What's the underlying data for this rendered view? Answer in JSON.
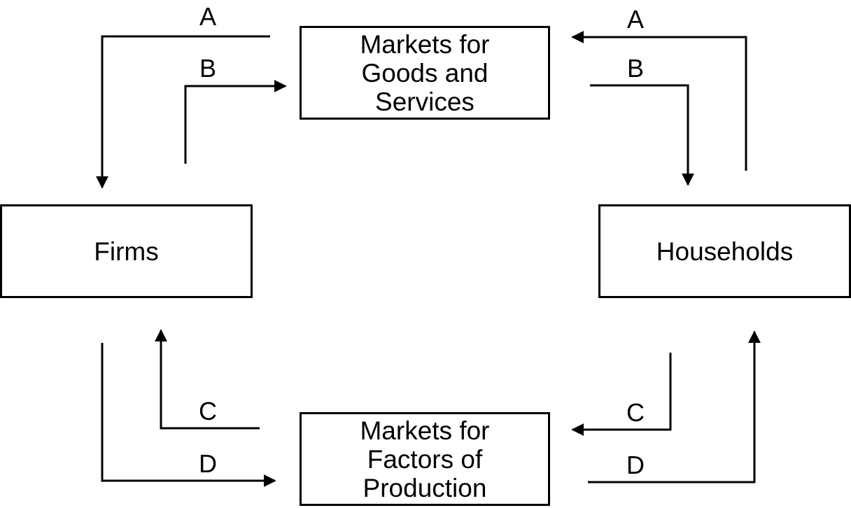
{
  "nodes": {
    "goods_market": {
      "lines": [
        "Markets for",
        "Goods and",
        "Services"
      ]
    },
    "firms": {
      "label": "Firms"
    },
    "households": {
      "label": "Households"
    },
    "factor_market": {
      "lines": [
        "Markets for",
        "Factors of",
        "Production"
      ]
    }
  },
  "flow_labels": {
    "top_left_a": "A",
    "top_left_b": "B",
    "top_right_a": "A",
    "top_right_b": "B",
    "bottom_left_c": "C",
    "bottom_left_d": "D",
    "bottom_right_c": "C",
    "bottom_right_d": "D"
  },
  "colors": {
    "stroke": "#000000",
    "background": "#ffffff"
  }
}
